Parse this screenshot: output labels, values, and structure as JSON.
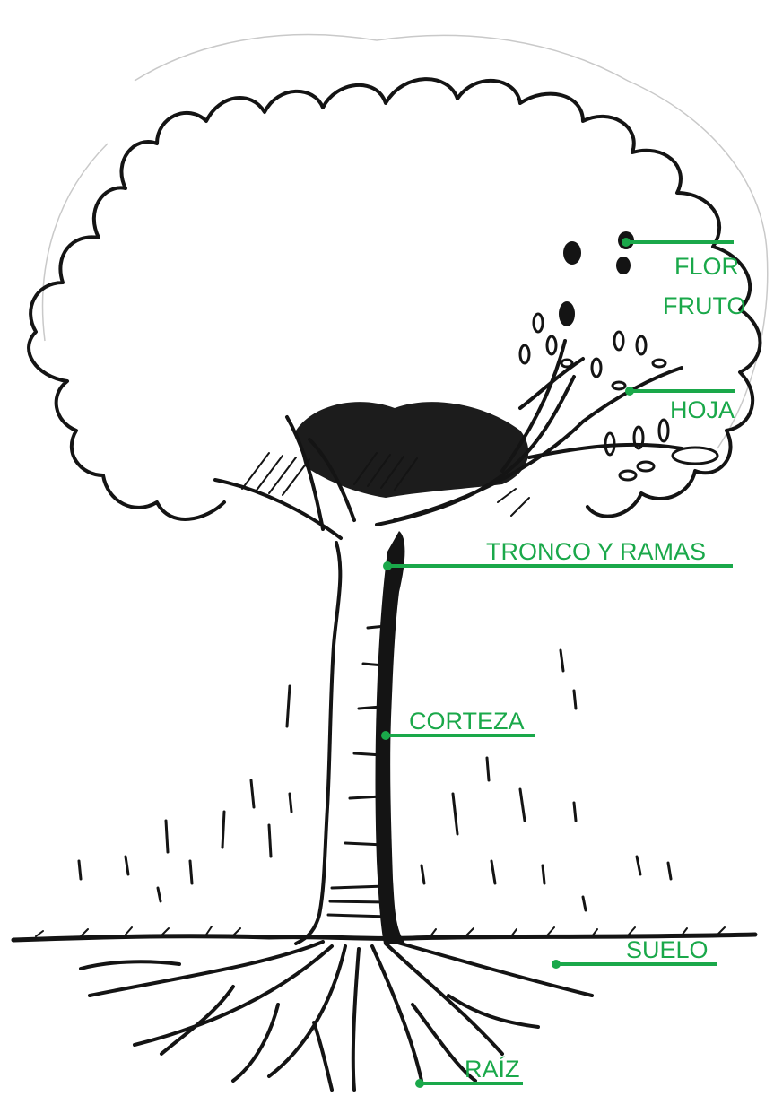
{
  "labels": {
    "flor": "FLOR",
    "fruto": "FRUTO",
    "hoja": "HOJA",
    "tronco": "TRONCO Y RAMAS",
    "corteza": "CORTEZA",
    "suelo": "SUELO",
    "raiz": "RAÍZ"
  },
  "colors": {
    "label": "#1aa84a",
    "ink": "#141414",
    "paper": "#ffffff"
  }
}
